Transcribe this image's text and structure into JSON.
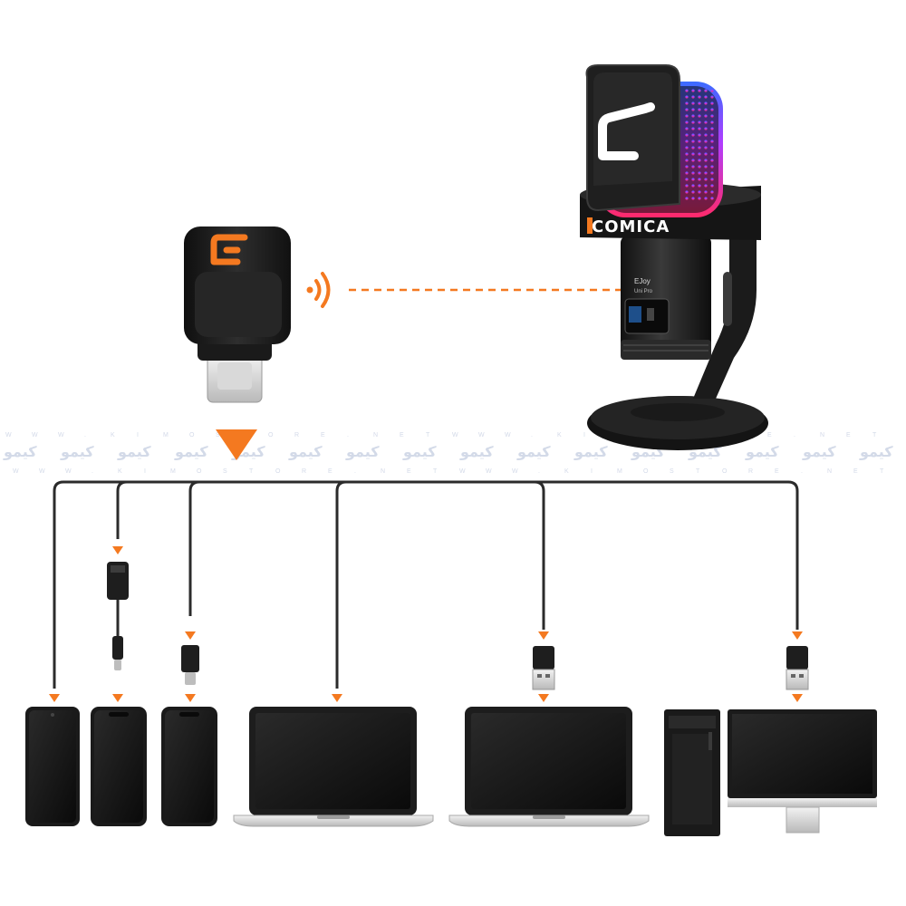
{
  "colors": {
    "accent": "#f47920",
    "device_black": "#1c1c1c",
    "cable": "#2b2b2b",
    "watermark": "#cfd6e6"
  },
  "microphone": {
    "brand_label": "COMICA",
    "model_line_1": "EJoy",
    "model_line_2": "Uni Pro",
    "logo_icon": "comica-c-logo-icon"
  },
  "receiver": {
    "logo_icon": "comica-c-logo-icon",
    "connector": "usb-c",
    "signal_icon": "wireless-signal-icon"
  },
  "watermark": {
    "text": "کیمو",
    "url_letters": [
      "W",
      "W",
      "W",
      ".",
      "K",
      "I",
      "M",
      "O",
      "S",
      "T",
      "O",
      "R",
      "E",
      ".",
      "N",
      "E",
      "T"
    ]
  },
  "targets": [
    {
      "device": "phone",
      "adapter": "none"
    },
    {
      "device": "phone",
      "adapter": "lightning"
    },
    {
      "device": "phone",
      "adapter": "lightning"
    },
    {
      "device": "laptop",
      "adapter": "none"
    },
    {
      "device": "laptop",
      "adapter": "usb-a"
    },
    {
      "device": "desktop",
      "adapter": "usb-a"
    }
  ]
}
